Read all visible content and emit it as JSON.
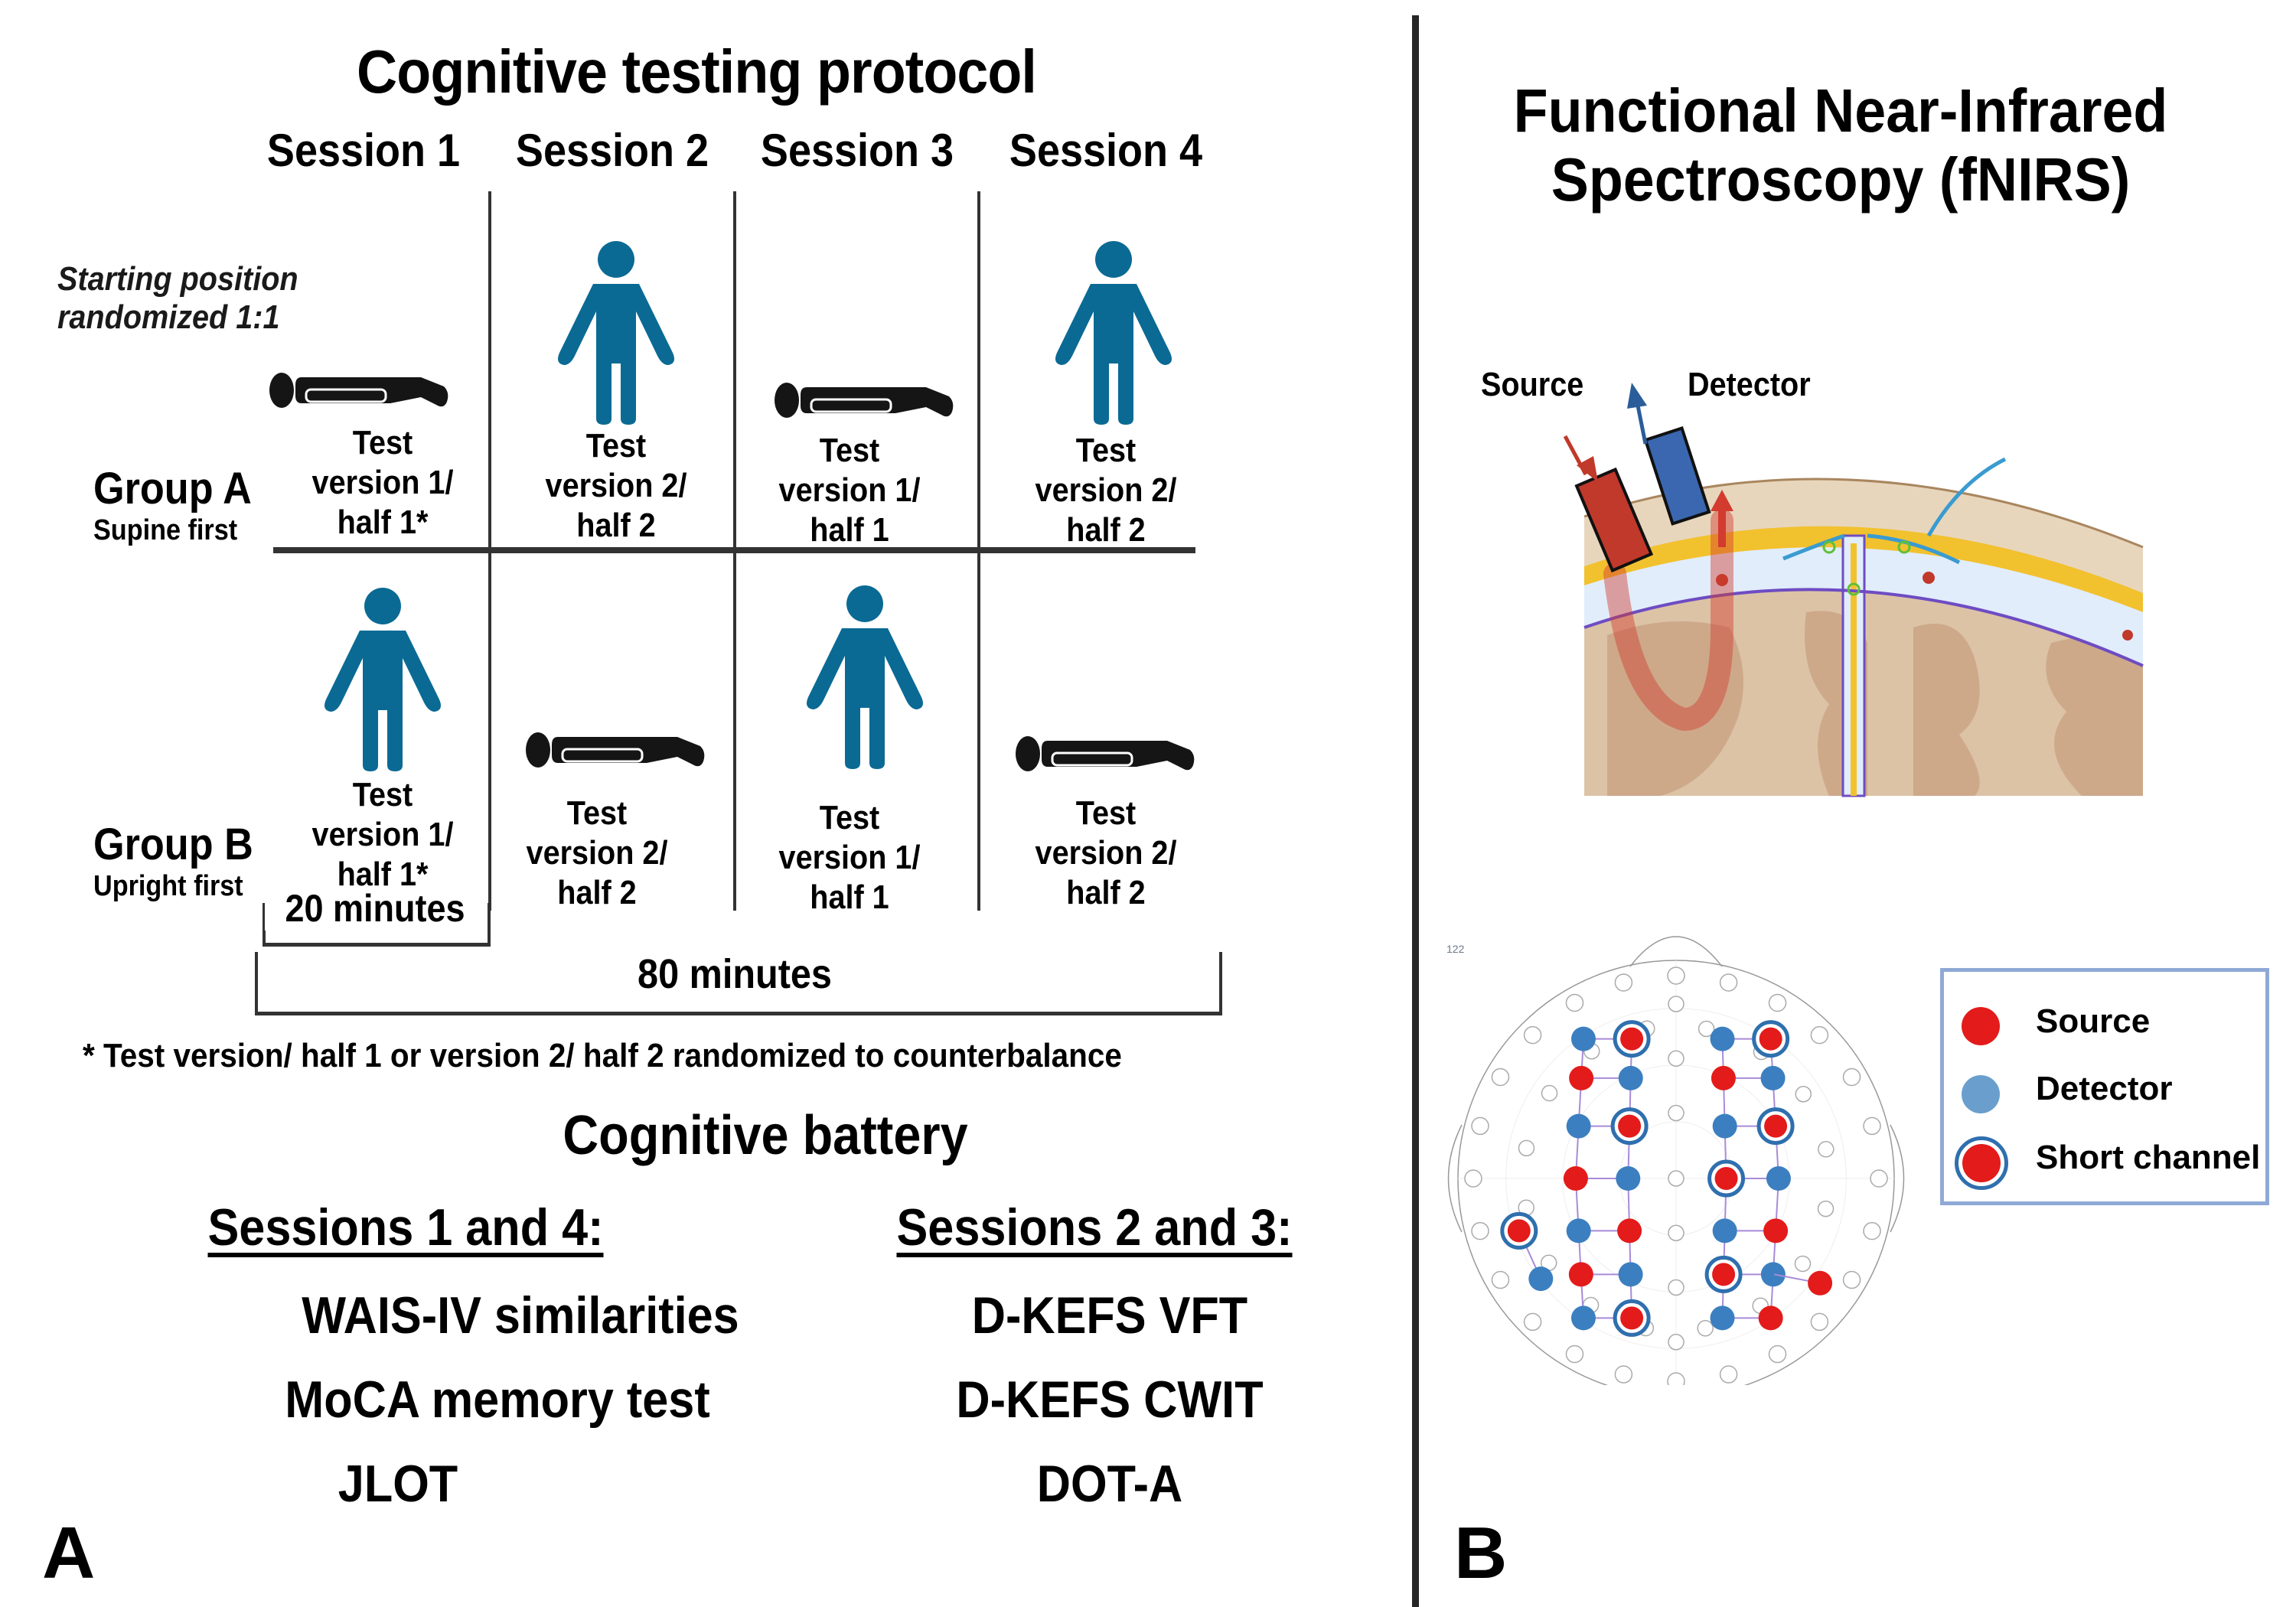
{
  "panel_a": {
    "label": "A",
    "title": "Cognitive testing protocol",
    "sessions": [
      "Session 1",
      "Session 2",
      "Session 3",
      "Session 4"
    ],
    "note_line1": "Starting position",
    "note_line2": "randomized 1:1",
    "groups": [
      {
        "name": "Group A",
        "subtitle": "Supine first",
        "cells": [
          {
            "position": "supine",
            "line1": "Test",
            "line2": "version 1/",
            "line3": "half 1*"
          },
          {
            "position": "upright",
            "line1": "Test",
            "line2": "version 2/",
            "line3": "half 2"
          },
          {
            "position": "supine",
            "line1": "Test",
            "line2": "version 1/",
            "line3": "half 1"
          },
          {
            "position": "upright",
            "line1": "Test",
            "line2": "version 2/",
            "line3": "half 2"
          }
        ]
      },
      {
        "name": "Group B",
        "subtitle": "Upright first",
        "cells": [
          {
            "position": "upright",
            "line1": "Test",
            "line2": "version 1/",
            "line3": "half 1*"
          },
          {
            "position": "supine",
            "line1": "Test",
            "line2": "version 2/",
            "line3": "half 2"
          },
          {
            "position": "upright",
            "line1": "Test",
            "line2": "version 1/",
            "line3": "half 1"
          },
          {
            "position": "supine",
            "line1": "Test",
            "line2": "version 2/",
            "line3": "half 2"
          }
        ]
      }
    ],
    "session_duration": "20 minutes",
    "total_duration": "80 minutes",
    "footnote": "* Test version/ half 1 or version 2/ half 2 randomized to counterbalance",
    "battery": {
      "title": "Cognitive battery",
      "col1": {
        "heading": "Sessions 1 and 4:",
        "items": [
          "WAIS-IV similarities",
          "MoCA memory test",
          "JLOT"
        ]
      },
      "col2": {
        "heading": "Sessions 2 and 3:",
        "items": [
          "D-KEFS VFT",
          "D-KEFS CWIT",
          "DOT-A"
        ]
      }
    },
    "colors": {
      "upright_figure": "#0a6a94",
      "supine_figure": "#151515"
    }
  },
  "panel_b": {
    "label": "B",
    "title_line1": "Functional Near-Infrared",
    "title_line2": "Spectroscopy (fNIRS)",
    "illustration": {
      "source_label": "Source",
      "detector_label": "Detector",
      "source_color": "#c0392b",
      "detector_color": "#3a67b0"
    },
    "montage": {
      "corner_label": "122",
      "legend": [
        {
          "label": "Source",
          "symbol": "source",
          "color": "#e31b1b"
        },
        {
          "label": "Detector",
          "symbol": "detector",
          "color": "#6a9fcd"
        },
        {
          "label": "Short channel",
          "symbol": "short-channel",
          "color": "#e31b1b",
          "ring": "#2f6fae"
        }
      ]
    }
  }
}
